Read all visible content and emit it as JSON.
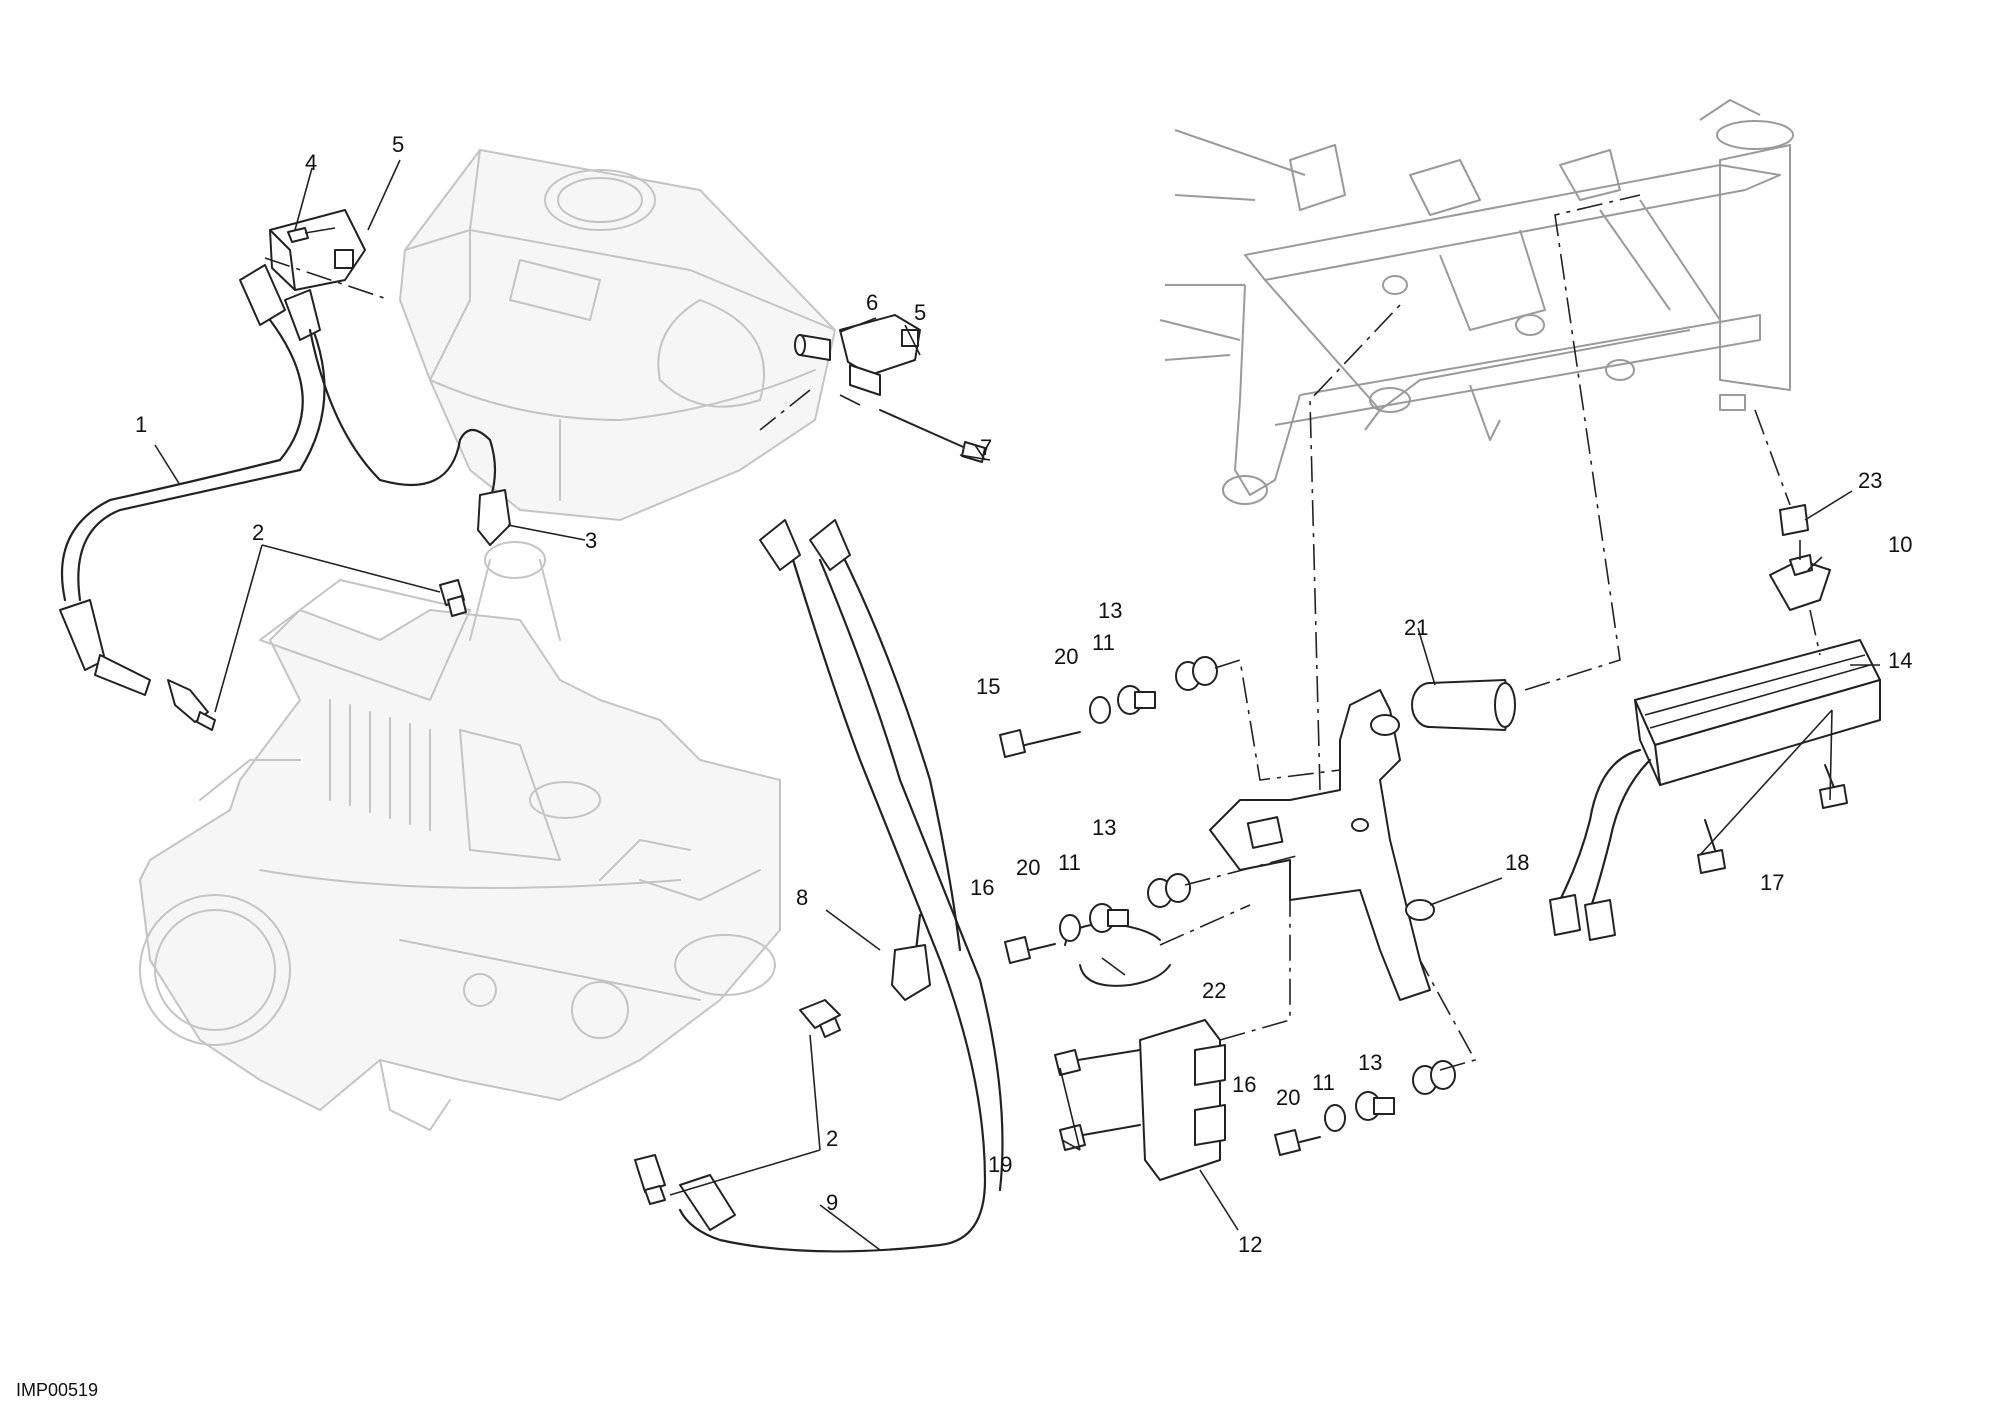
{
  "diagram_ref": "IMP00519",
  "callouts": [
    {
      "id": "c1",
      "label": "1"
    },
    {
      "id": "c2a",
      "label": "2"
    },
    {
      "id": "c2b",
      "label": "2"
    },
    {
      "id": "c3",
      "label": "3"
    },
    {
      "id": "c4",
      "label": "4"
    },
    {
      "id": "c5a",
      "label": "5"
    },
    {
      "id": "c5b",
      "label": "5"
    },
    {
      "id": "c6",
      "label": "6"
    },
    {
      "id": "c7",
      "label": "7"
    },
    {
      "id": "c8",
      "label": "8"
    },
    {
      "id": "c9",
      "label": "9"
    },
    {
      "id": "c10",
      "label": "10"
    },
    {
      "id": "c11a",
      "label": "11"
    },
    {
      "id": "c11b",
      "label": "11"
    },
    {
      "id": "c11c",
      "label": "11"
    },
    {
      "id": "c12",
      "label": "12"
    },
    {
      "id": "c13a",
      "label": "13"
    },
    {
      "id": "c13b",
      "label": "13"
    },
    {
      "id": "c13c",
      "label": "13"
    },
    {
      "id": "c14",
      "label": "14"
    },
    {
      "id": "c15",
      "label": "15"
    },
    {
      "id": "c16a",
      "label": "16"
    },
    {
      "id": "c16b",
      "label": "16"
    },
    {
      "id": "c17",
      "label": "17"
    },
    {
      "id": "c18",
      "label": "18"
    },
    {
      "id": "c19",
      "label": "19"
    },
    {
      "id": "c20a",
      "label": "20"
    },
    {
      "id": "c20b",
      "label": "20"
    },
    {
      "id": "c20c",
      "label": "20"
    },
    {
      "id": "c21",
      "label": "21"
    },
    {
      "id": "c22",
      "label": "22"
    },
    {
      "id": "c23",
      "label": "23"
    }
  ]
}
